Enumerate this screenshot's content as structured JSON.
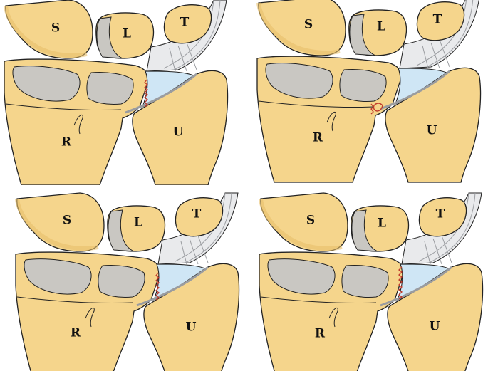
{
  "labels": {
    "scaphoid": "S",
    "lunate": "L",
    "triquetrum": "T",
    "radius": "R",
    "ulna": "U"
  },
  "colors": {
    "bone": "#f5d58c",
    "bone_shade": "#e8bf6a",
    "cartilage": "#c9c7c2",
    "ligament": "#e9eaec",
    "ligament_line": "#9a9ca0",
    "disc": "#cfe6f5",
    "tear": "#c0392b",
    "outline": "#222222"
  },
  "panels": [
    {
      "id": "top-left",
      "tear_location": "radial-notch-edge"
    },
    {
      "id": "top-right",
      "tear_location": "radial-attachment-fragment"
    },
    {
      "id": "bottom-left",
      "tear_location": "radial-notch-edge"
    },
    {
      "id": "bottom-right",
      "tear_location": "radial-notch-full"
    }
  ]
}
